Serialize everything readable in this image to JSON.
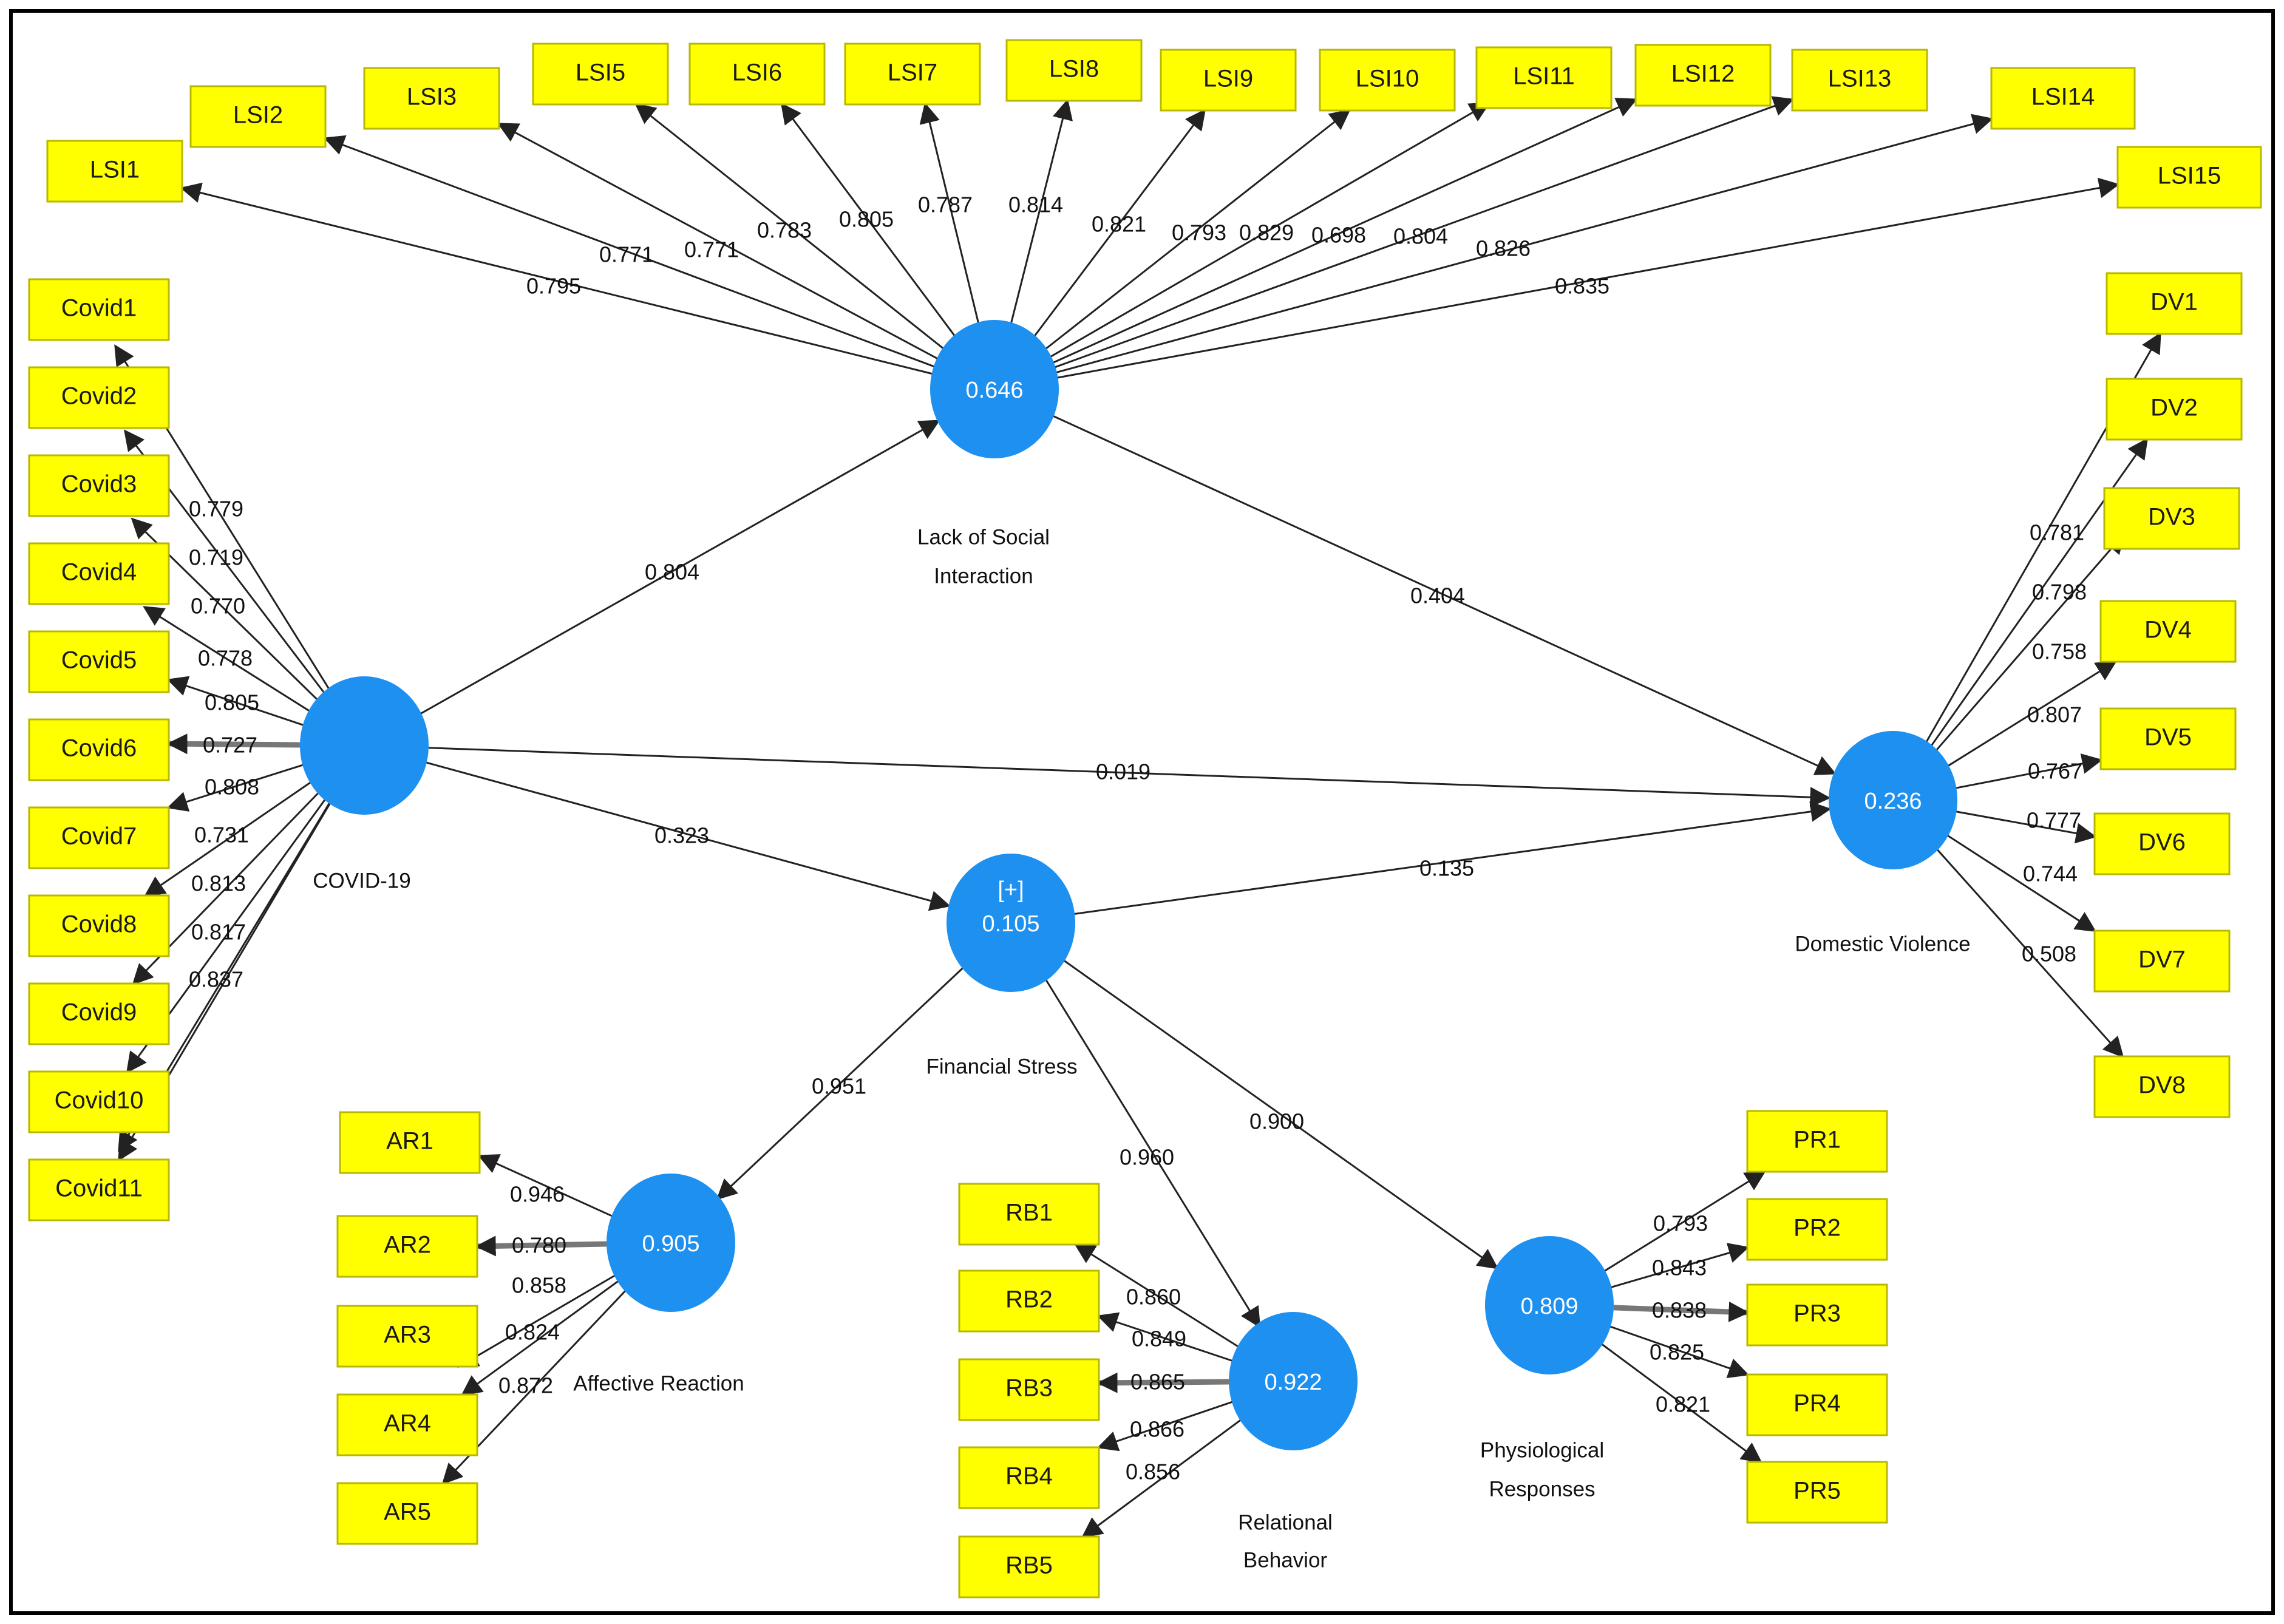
{
  "colors": {
    "indicator_fill": "#ffff00",
    "indicator_stroke": "#b8b800",
    "latent_fill": "#1e90f0",
    "arrow": "#222222",
    "border": "#000000"
  },
  "latent": [
    {
      "id": "LSI",
      "value": "0.646",
      "label_lines": [
        "Lack of Social",
        "Interaction"
      ]
    },
    {
      "id": "COV",
      "value": "",
      "label_lines": [
        "COVID-19"
      ]
    },
    {
      "id": "FS",
      "value": "0.105",
      "badge": "[+]",
      "label_lines": [
        "Financial Stress"
      ]
    },
    {
      "id": "DV",
      "value": "0.236",
      "label_lines": [
        "Domestic Violence"
      ]
    },
    {
      "id": "AR",
      "value": "0.905",
      "label_lines": [
        "Affective Reaction"
      ]
    },
    {
      "id": "RB",
      "value": "0.922",
      "label_lines": [
        "Relational",
        "Behavior"
      ]
    },
    {
      "id": "PR",
      "value": "0.809",
      "label_lines": [
        "Physiological",
        "Responses"
      ]
    }
  ],
  "paths": [
    {
      "from": "COV",
      "to": "LSI",
      "coef": "0.804"
    },
    {
      "from": "LSI",
      "to": "DV",
      "coef": "0.404"
    },
    {
      "from": "COV",
      "to": "DV",
      "coef": "0.019"
    },
    {
      "from": "COV",
      "to": "FS",
      "coef": "0.323"
    },
    {
      "from": "FS",
      "to": "DV",
      "coef": "0.135"
    },
    {
      "from": "FS",
      "to": "AR",
      "coef": "0.951"
    },
    {
      "from": "FS",
      "to": "RB",
      "coef": "0.960"
    },
    {
      "from": "FS",
      "to": "PR",
      "coef": "0.900"
    }
  ],
  "indicators": [
    {
      "label": "LSI1",
      "latent": "LSI",
      "loading": "0.795"
    },
    {
      "label": "LSI2",
      "latent": "LSI",
      "loading": "0.771"
    },
    {
      "label": "LSI3",
      "latent": "LSI",
      "loading": "0.771"
    },
    {
      "label": "LSI5",
      "latent": "LSI",
      "loading": "0.783"
    },
    {
      "label": "LSI6",
      "latent": "LSI",
      "loading": "0.805"
    },
    {
      "label": "LSI7",
      "latent": "LSI",
      "loading": "0.787"
    },
    {
      "label": "LSI8",
      "latent": "LSI",
      "loading": "0.814"
    },
    {
      "label": "LSI9",
      "latent": "LSI",
      "loading": "0.821"
    },
    {
      "label": "LSI10",
      "latent": "LSI",
      "loading": "0.793"
    },
    {
      "label": "LSI11",
      "latent": "LSI",
      "loading": "0.829"
    },
    {
      "label": "LSI12",
      "latent": "LSI",
      "loading": "0.698"
    },
    {
      "label": "LSI13",
      "latent": "LSI",
      "loading": "0.804"
    },
    {
      "label": "LSI14",
      "latent": "LSI",
      "loading": "0.826"
    },
    {
      "label": "LSI15",
      "latent": "LSI",
      "loading": "0.835"
    },
    {
      "label": "Covid1",
      "latent": "COV",
      "loading": ""
    },
    {
      "label": "Covid2",
      "latent": "COV",
      "loading": "0.779"
    },
    {
      "label": "Covid3",
      "latent": "COV",
      "loading": "0.719"
    },
    {
      "label": "Covid4",
      "latent": "COV",
      "loading": "0.770"
    },
    {
      "label": "Covid5",
      "latent": "COV",
      "loading": "0.778"
    },
    {
      "label": "Covid6",
      "latent": "COV",
      "loading": "0.805"
    },
    {
      "label": "Covid7",
      "latent": "COV",
      "loading": "0.727"
    },
    {
      "label": "Covid8",
      "latent": "COV",
      "loading": "0.808"
    },
    {
      "label": "Covid9",
      "latent": "COV",
      "loading": "0.731"
    },
    {
      "label": "Covid10",
      "latent": "COV",
      "loading": "0.813"
    },
    {
      "label": "Covid11",
      "latent": "COV",
      "loading": "0.817"
    },
    {
      "label": "",
      "latent": "COV",
      "loading": "0.837"
    },
    {
      "label": "DV1",
      "latent": "DV",
      "loading": "0.781"
    },
    {
      "label": "DV2",
      "latent": "DV",
      "loading": "0.798"
    },
    {
      "label": "DV3",
      "latent": "DV",
      "loading": "0.758"
    },
    {
      "label": "DV4",
      "latent": "DV",
      "loading": "0.807"
    },
    {
      "label": "DV5",
      "latent": "DV",
      "loading": "0.767"
    },
    {
      "label": "DV6",
      "latent": "DV",
      "loading": "0.777"
    },
    {
      "label": "DV7",
      "latent": "DV",
      "loading": "0.744"
    },
    {
      "label": "DV8",
      "latent": "DV",
      "loading": "0.508"
    },
    {
      "label": "AR1",
      "latent": "AR",
      "loading": "0.946"
    },
    {
      "label": "AR2",
      "latent": "AR",
      "loading": "0.780"
    },
    {
      "label": "AR3",
      "latent": "AR",
      "loading": "0.858"
    },
    {
      "label": "AR4",
      "latent": "AR",
      "loading": "0.824"
    },
    {
      "label": "AR5",
      "latent": "AR",
      "loading": "0.872"
    },
    {
      "label": "RB1",
      "latent": "RB",
      "loading": "0.860"
    },
    {
      "label": "RB2",
      "latent": "RB",
      "loading": "0.849"
    },
    {
      "label": "RB3",
      "latent": "RB",
      "loading": "0.865"
    },
    {
      "label": "RB4",
      "latent": "RB",
      "loading": "0.866"
    },
    {
      "label": "RB5",
      "latent": "RB",
      "loading": "0.856"
    },
    {
      "label": "PR1",
      "latent": "PR",
      "loading": "0.793"
    },
    {
      "label": "PR2",
      "latent": "PR",
      "loading": "0.843"
    },
    {
      "label": "PR3",
      "latent": "PR",
      "loading": "0.838"
    },
    {
      "label": "PR4",
      "latent": "PR",
      "loading": "0.825"
    },
    {
      "label": "PR5",
      "latent": "PR",
      "loading": "0.821"
    }
  ]
}
